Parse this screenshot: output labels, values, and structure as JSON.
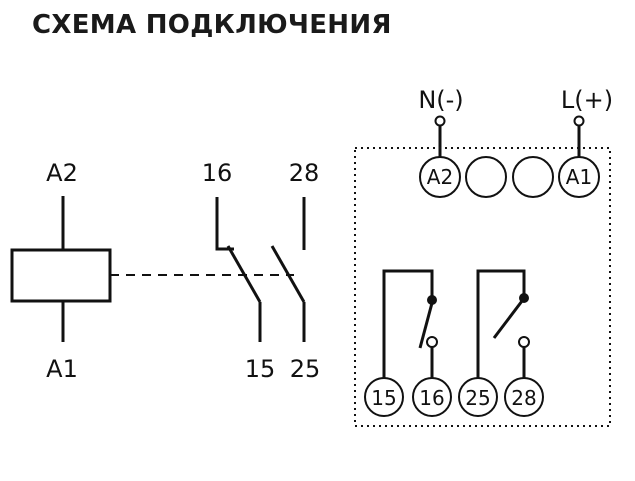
{
  "title": "СХЕМА ПОДКЛЮЧЕНИЯ",
  "schematic": {
    "coil_top": "A2",
    "coil_bottom": "A1",
    "contact1_top": "16",
    "contact1_bottom": "15",
    "contact2_top": "28",
    "contact2_bottom": "25"
  },
  "device": {
    "supply_neutral": "N(-)",
    "supply_line": "L(+)",
    "top_terminals": [
      "A2",
      "",
      "",
      "A1"
    ],
    "bottom_terminals": [
      "15",
      "16",
      "25",
      "28"
    ]
  }
}
